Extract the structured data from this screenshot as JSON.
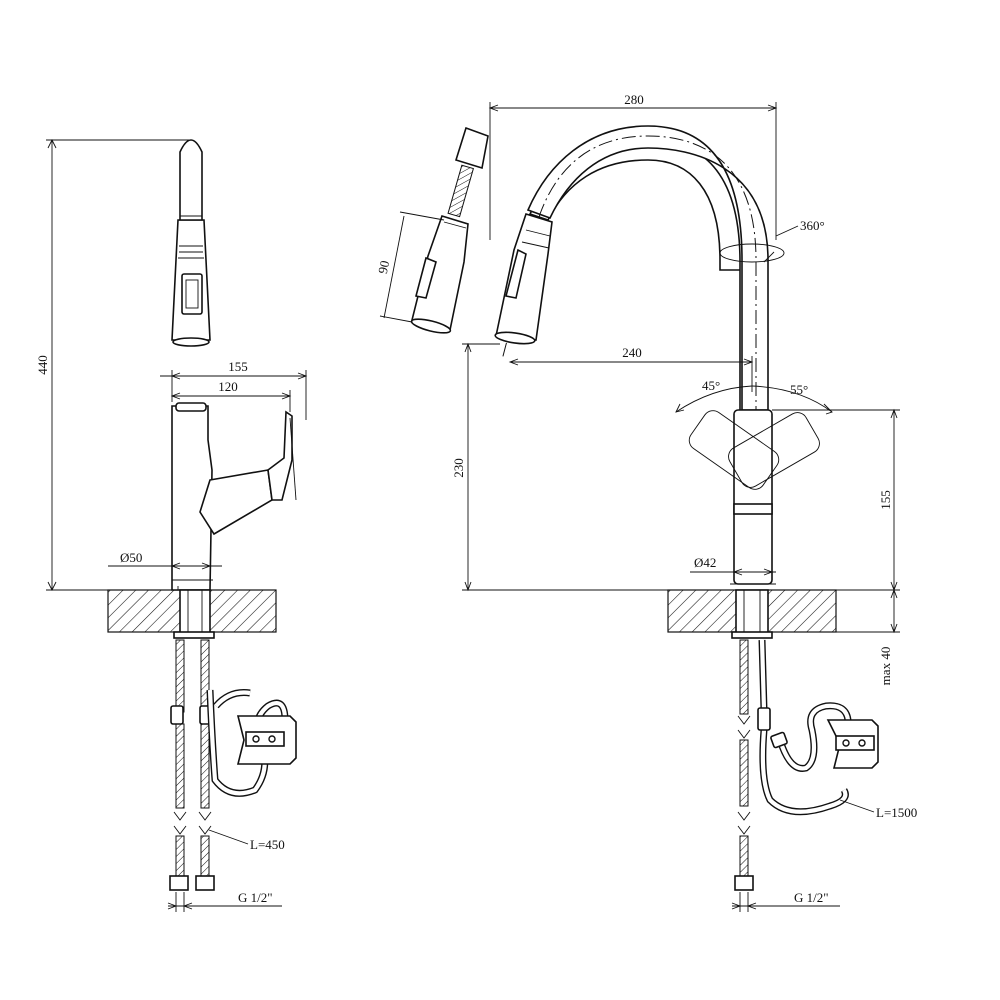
{
  "side_view": {
    "height_total": "440",
    "handle_reach": "155",
    "handle_offset": "120",
    "base_diameter": "Ø50",
    "hose_length": "L=450",
    "thread": "G 1/2\""
  },
  "front_view": {
    "spout_reach": "280",
    "spout_rotation": "360°",
    "spray_head_length": "90",
    "outlet_reach": "240",
    "outlet_height": "230",
    "handle_angle_left": "45°",
    "handle_angle_right": "55°",
    "handle_height": "155",
    "base_diameter": "Ø42",
    "deck_thickness": "max 40",
    "pullout_hose_length": "L=1500",
    "thread": "G 1/2\""
  }
}
